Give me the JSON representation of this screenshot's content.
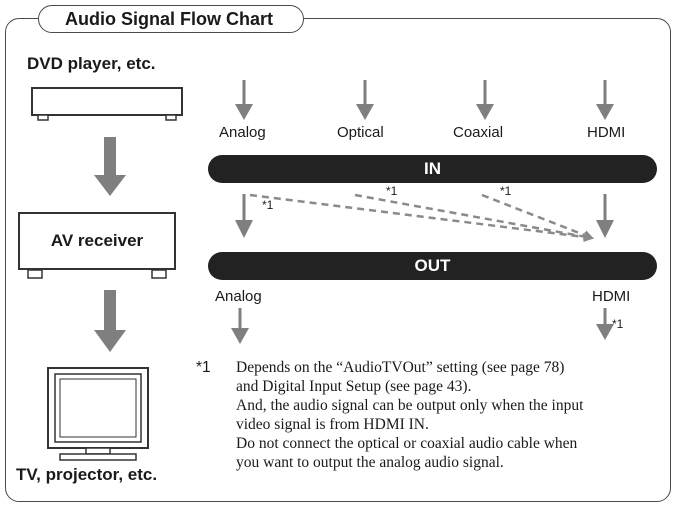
{
  "title": "Audio Signal Flow Chart",
  "devices": {
    "source": "DVD player, etc.",
    "receiver": "AV receiver",
    "display": "TV, projector, etc."
  },
  "inputs": [
    "Analog",
    "Optical",
    "Coaxial",
    "HDMI"
  ],
  "in_bar": "IN",
  "out_bar": "OUT",
  "outputs": {
    "analog": "Analog",
    "hdmi": "HDMI"
  },
  "footnote_marker": "*1",
  "note": {
    "marker": "*1",
    "lines": [
      "Depends on the “AudioTVOut” setting (see page 78)",
      "and Digital Input Setup (see page 43).",
      "And, the audio signal can be output only when the input",
      "video signal is from HDMI IN.",
      "Do not connect the optical or coaxial audio cable when",
      "you want to output the analog audio signal."
    ]
  },
  "colors": {
    "arrow": "#7f7f7f",
    "bar": "#222222",
    "frame": "#4a4a4a"
  }
}
